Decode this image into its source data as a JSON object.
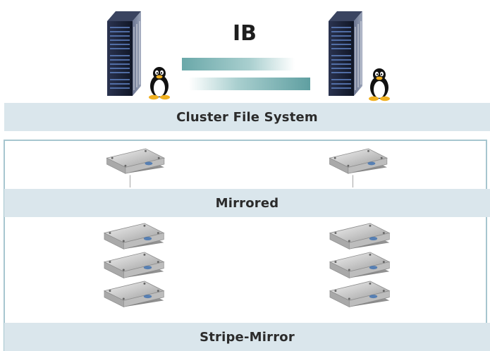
{
  "interconnect": {
    "label": "IB"
  },
  "layers": {
    "cluster_fs": "Cluster File System",
    "mirrored": "Mirrored",
    "stripe_mirror": "Stripe-Mirror"
  },
  "colors": {
    "band": "#dae6ec",
    "frame_border": "#a7c6cf",
    "ib_link": "#6aa8a9",
    "server_body": "#1d2336"
  },
  "icons": {
    "server": "rack-server-icon",
    "linux": "tux-penguin-icon",
    "ssd": "ssd-drive-icon"
  }
}
